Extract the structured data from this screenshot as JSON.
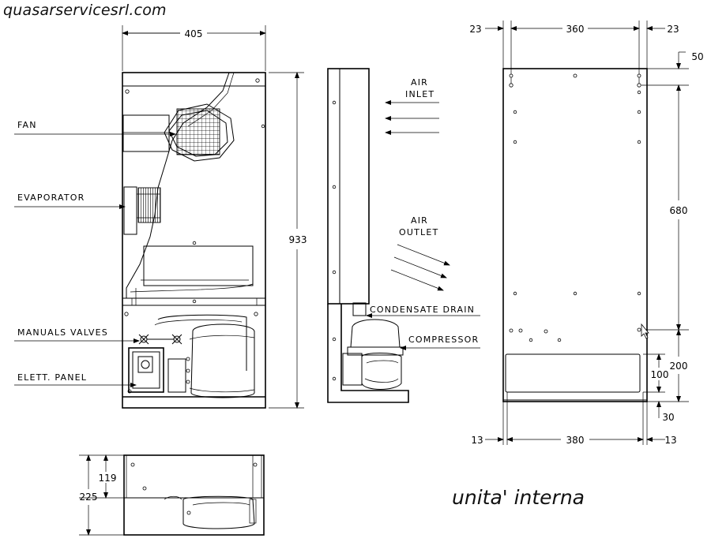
{
  "header": {
    "website": "quasarservicesrl.com"
  },
  "caption": "unita' interna",
  "labels": {
    "fan": "FAN",
    "evaporator": "EVAPORATOR",
    "manual_valves": "MANUALS VALVES",
    "elett_panel": "ELETT. PANEL",
    "air_inlet_1": "AIR",
    "air_inlet_2": "INLET",
    "air_outlet_1": "AIR",
    "air_outlet_2": "OUTLET",
    "condensate_drain": "CONDENSATE DRAIN",
    "compressor": "COMPRESSOR"
  },
  "dimensions": {
    "front_width": "405",
    "front_height": "933",
    "base_height_119": "119",
    "base_depth_225": "225",
    "rear_margin_top_left": "23",
    "rear_span_top": "360",
    "rear_margin_top_right": "23",
    "rear_top_offset": "50",
    "rear_vertical_span": "680",
    "rear_lower_200": "200",
    "rear_slot_100": "100",
    "rear_bottom_30": "30",
    "rear_margin_bottom_left": "13",
    "rear_span_bottom": "380",
    "rear_margin_bottom_right": "13"
  }
}
